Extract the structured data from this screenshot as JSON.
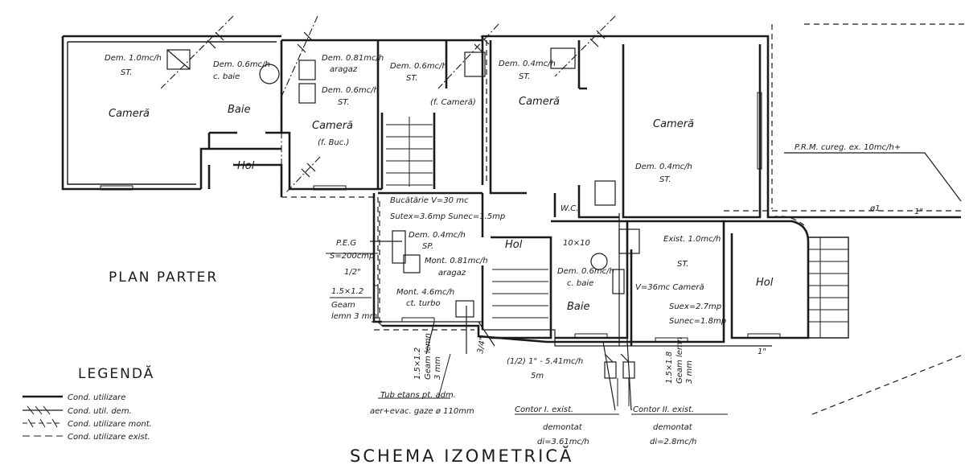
{
  "title_plan": "PLAN PARTER",
  "title_schema": "SCHEMA IZOMETRICĂ",
  "rooms": {
    "camera_1": "Cameră",
    "baie_1": "Baie",
    "camera_2": "Cameră",
    "camera_2_sub": "(f. Buc.)",
    "hol_1": "Hol",
    "f_camera": "(f. Cameră)",
    "camera_3": "Cameră",
    "camera_4": "Cameră",
    "bucatarie": "Bucătărie V=30 mc",
    "bucatarie_area": "Sutex=3.6mp Sunec=1.5mp",
    "hol_2": "Hol",
    "wc": "W.C.",
    "baie_2": "Baie",
    "baie_2_dim": "10×10",
    "camera_5": "V=36mc Cameră",
    "camera_5_area_1": "Suex=2.7mp",
    "camera_5_area_2": "Sunec=1.8mp",
    "hol_3": "Hol"
  },
  "annotations": {
    "dem_1": "Dem. 1.0mc/h",
    "dem_1_sub": "ST.",
    "dem_2": "Dem. 0.6mc/h",
    "dem_2_sub": "c. baie",
    "dem_3": "Dem. 0.81mc/h",
    "dem_3_sub": "aragaz",
    "dem_4": "Dem. 0.6mc/h",
    "dem_4_sub": "ST.",
    "dem_5": "Dem. 0.6mc/h",
    "dem_5_sub": "ST.",
    "dem_6": "Dem. 0.4mc/h",
    "dem_6_sub": "ST.",
    "dem_7": "Dem. 0.4mc/h",
    "dem_7_sub": "ST.",
    "dem_8": "Dem. 0.4mc/h",
    "dem_8_sub": "SP.",
    "mont_1": "Mont. 0.81mc/h",
    "mont_1_sub": "aragaz",
    "mont_2": "Mont. 4.6mc/h",
    "mont_2_sub": "ct. turbo",
    "dem_9": "Dem. 0.6mc/h",
    "dem_9_sub": "c. baie",
    "exist_1": "Exist. 1.0mc/h",
    "exist_1_sub": "ST.",
    "prm": "P.R.M. cureg. ex. 10mc/h+",
    "peg": "P.E.G",
    "peg_sub": "S=200cmp",
    "half_inch": "1/2\"",
    "window_left": "1.5×1.2",
    "window_left_sub": "Geam",
    "window_left_sub2": "lemn 3 mm",
    "window_v1": "1.5×1.2",
    "window_v1_sub": "Geam lemn",
    "window_v1_sub2": "3 mm",
    "window_v2": "1.5×1.8",
    "window_v2_sub": "Geam lemn",
    "window_v2_sub2": "3 mm",
    "three_quarter": "3/4\"",
    "pipe_len": "(1/2) 1\" - 5.41mc/h",
    "pipe_len_sub": "5m",
    "one_inch": "1\"",
    "dim_1": "ø1",
    "dim_2": "1\"",
    "tub_1": "Tub etans pt. adm.",
    "tub_2": "aer+evac. gaze ø 110mm",
    "contor_1": "Contor I. exist.",
    "contor_1_sub": "demontat",
    "contor_1_val": "di=3.61mc/h",
    "contor_2": "Contor II. exist.",
    "contor_2_sub": "demontat",
    "contor_2_val": "di=2.8mc/h"
  },
  "legend": {
    "title": "LEGENDĂ",
    "items": [
      "Cond. utilizare",
      "Cond. util. dem.",
      "Cond. utilizare mont.",
      "Cond. utilizare exist."
    ]
  }
}
